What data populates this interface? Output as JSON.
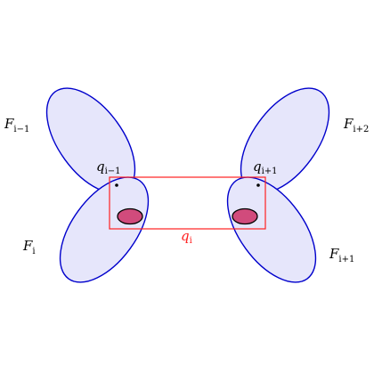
{
  "labels": {
    "f_im1": {
      "base": "F",
      "sub": "i−1"
    },
    "f_i": {
      "base": "F",
      "sub": "i"
    },
    "f_ip1": {
      "base": "F",
      "sub": "i+1"
    },
    "f_ip2": {
      "base": "F",
      "sub": "i+2"
    },
    "q_im1": {
      "base": "q",
      "sub": "i−1"
    },
    "q_ip1": {
      "base": "q",
      "sub": "i+1"
    },
    "q_i": {
      "base": "q",
      "sub": "i"
    }
  },
  "colors": {
    "petal_fill": "#e6e6fb",
    "petal_stroke": "#0000cc",
    "hole_fill": "#d14b7c",
    "rect_stroke": "#ff2020"
  }
}
